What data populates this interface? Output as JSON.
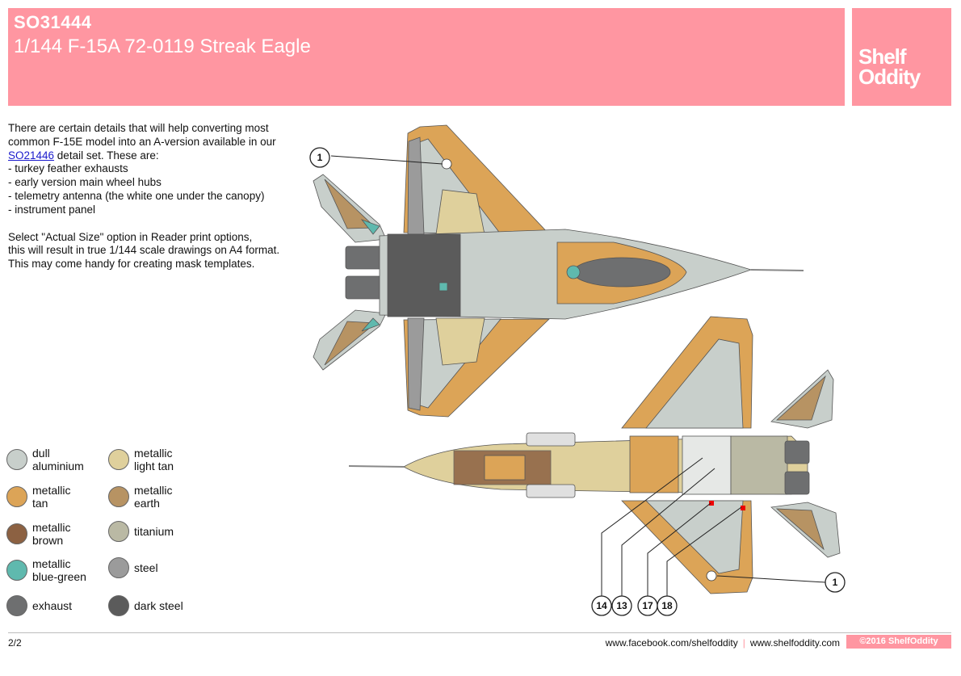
{
  "header": {
    "code": "SO31444",
    "title": "1/144 F-15A 72-0119 Streak Eagle",
    "logo_line1": "Shelf",
    "logo_line2": "Oddity"
  },
  "intro": {
    "line1": "There are certain details that will help converting most",
    "line2": "common F-15E model into an A-version available in our",
    "link_text": "SO21446",
    "line3_rest": " detail set.  These are:",
    "items": [
      "- turkey feather exhausts",
      "- early version main wheel hubs",
      "- telemetry antenna (the white one under the canopy)",
      "- instrument panel"
    ],
    "print_note": [
      "Select \"Actual Size\" option in Reader print options,",
      "this will result in true 1/144 scale drawings on A4 format.",
      "This may come handy for creating mask templates."
    ]
  },
  "colors": {
    "dull_aluminium": "#c8cfcb",
    "metallic_tan": "#dca457",
    "metallic_light_tan": "#dfd09c",
    "metallic_earth": "#b79363",
    "metallic_brown": "#8c6142",
    "titanium": "#bab9a4",
    "metallic_blue_green": "#5fb9ae",
    "steel": "#9b9b9b",
    "exhaust": "#6e6f70",
    "dark_steel": "#5b5b5b"
  },
  "legend": [
    {
      "line1": "dull",
      "line2": "aluminium",
      "color": "#c8cfcb"
    },
    {
      "line1": "metallic",
      "line2": "light tan",
      "color": "#dfd09c"
    },
    {
      "line1": "metallic",
      "line2": "tan",
      "color": "#dca457"
    },
    {
      "line1": "metallic",
      "line2": "earth",
      "color": "#b79363"
    },
    {
      "line1": "metallic",
      "line2": "brown",
      "color": "#8c6142"
    },
    {
      "line1": "titanium",
      "line2": "",
      "color": "#bab9a4"
    },
    {
      "line1": "metallic",
      "line2": "blue-green",
      "color": "#5fb9ae"
    },
    {
      "line1": "steel",
      "line2": "",
      "color": "#9b9b9b"
    },
    {
      "line1": "exhaust",
      "line2": "",
      "color": "#6e6f70"
    },
    {
      "line1": "dark steel",
      "line2": "",
      "color": "#5b5b5b"
    }
  ],
  "callouts": {
    "top_1": "1",
    "bottom_1": "1",
    "c14": "14",
    "c13": "13",
    "c17": "17",
    "c18": "18"
  },
  "footer": {
    "page": "2/2",
    "facebook": "www.facebook.com/shelfoddity",
    "separator": "|",
    "website": "www.shelfoddity.com",
    "copyright": "©2016 ShelfOddity"
  }
}
